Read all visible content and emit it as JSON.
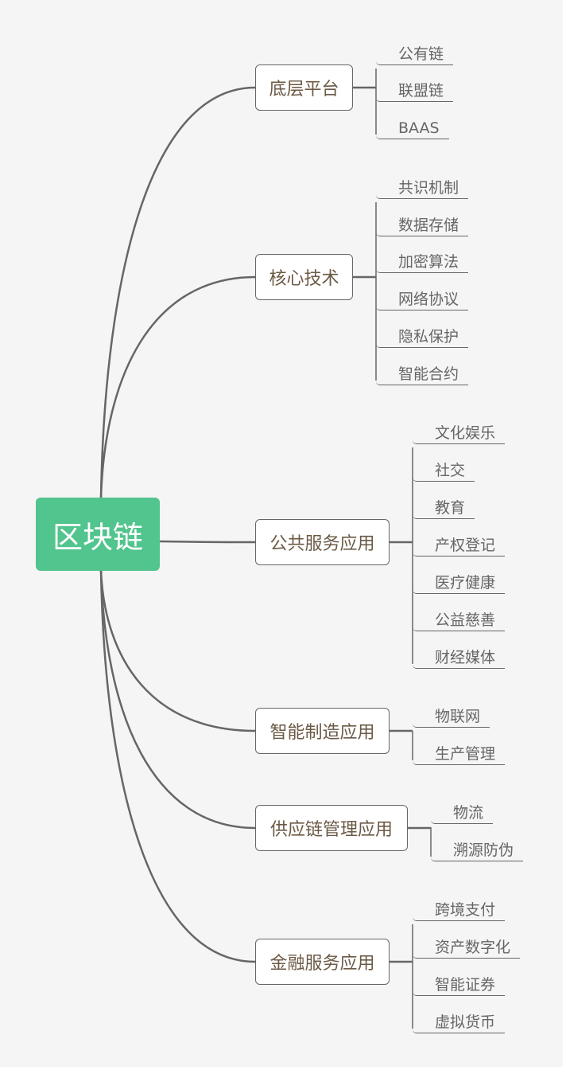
{
  "root": {
    "label": "区块链",
    "color": "#52c48d"
  },
  "branches": [
    {
      "label": "底层平台",
      "leaves": [
        "公有链",
        "联盟链",
        "BAAS"
      ]
    },
    {
      "label": "核心技术",
      "leaves": [
        "共识机制",
        "数据存储",
        "加密算法",
        "网络协议",
        "隐私保护",
        "智能合约"
      ]
    },
    {
      "label": "公共服务应用",
      "leaves": [
        "文化娱乐",
        "社交",
        "教育",
        "产权登记",
        "医疗健康",
        "公益慈善",
        "财经媒体"
      ]
    },
    {
      "label": "智能制造应用",
      "leaves": [
        "物联网",
        "生产管理"
      ]
    },
    {
      "label": "供应链管理应用",
      "leaves": [
        "物流",
        "溯源防伪"
      ]
    },
    {
      "label": "金融服务应用",
      "leaves": [
        "跨境支付",
        "资产数字化",
        "智能证券",
        "虚拟货币"
      ]
    }
  ]
}
